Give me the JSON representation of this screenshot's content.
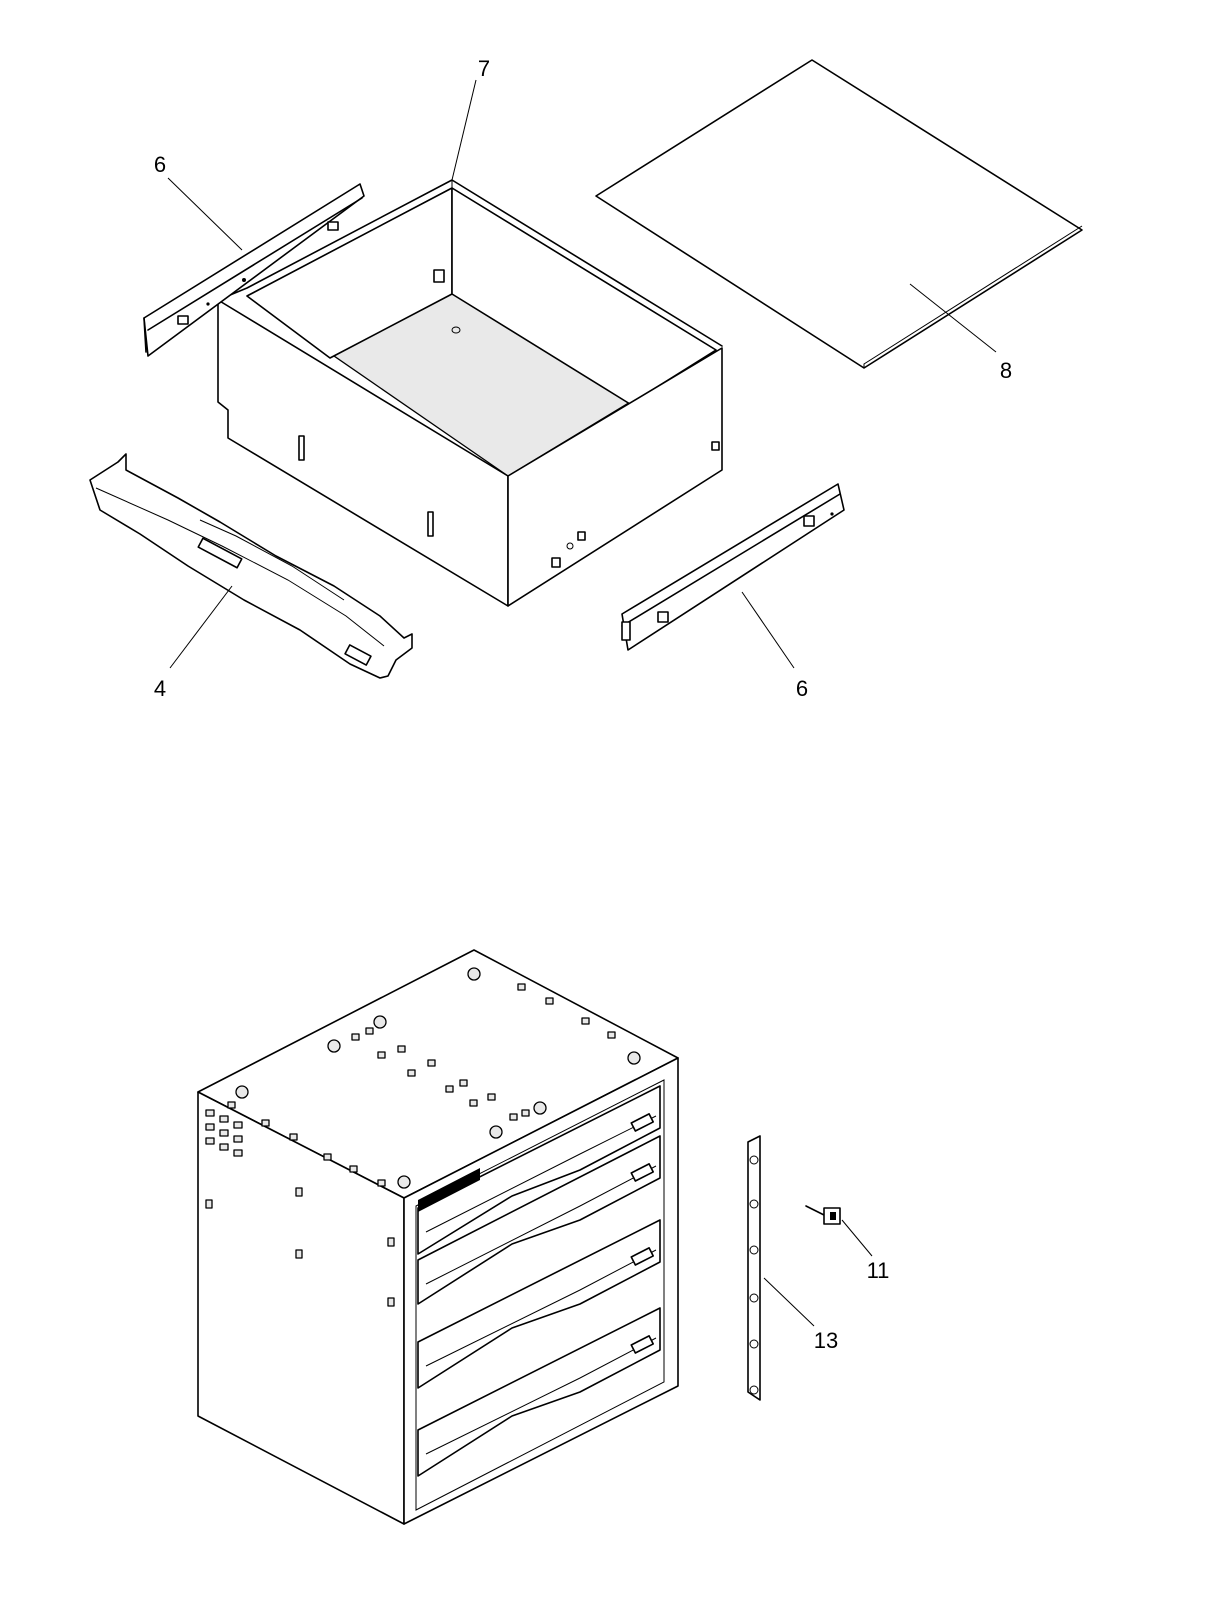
{
  "diagram": {
    "top_view": {
      "callouts": [
        {
          "id": "rail-left",
          "label": "6"
        },
        {
          "id": "drawer",
          "label": "7"
        },
        {
          "id": "panel",
          "label": "8"
        },
        {
          "id": "handle",
          "label": "4"
        },
        {
          "id": "rail-right",
          "label": "6"
        }
      ]
    },
    "bottom_view": {
      "callouts": [
        {
          "id": "key",
          "label": "11"
        },
        {
          "id": "strip",
          "label": "13"
        }
      ]
    }
  }
}
